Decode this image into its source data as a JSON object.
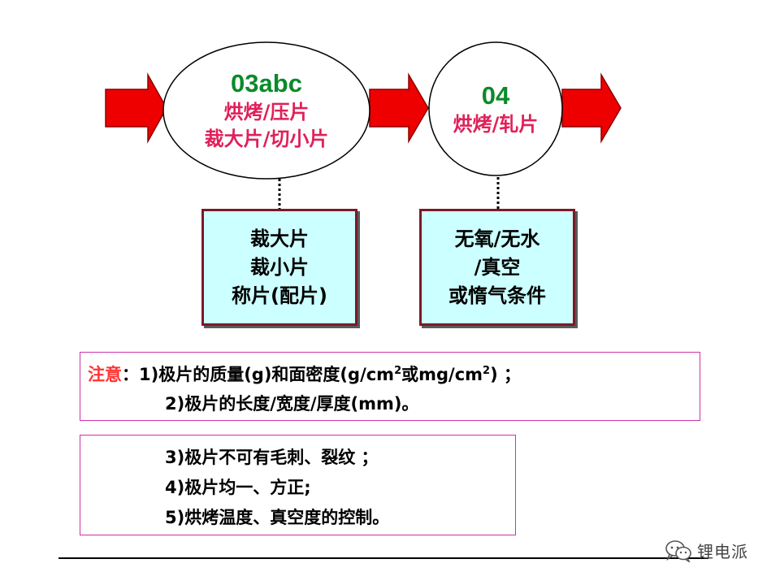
{
  "flow": {
    "nodes": [
      {
        "code": "03abc",
        "lines": [
          "烘烤/压片",
          "裁大片/切小片"
        ]
      },
      {
        "code": "04",
        "lines": [
          "烘烤/轧片"
        ]
      }
    ],
    "boxes": [
      {
        "lines": [
          "裁大片",
          "裁小片",
          "称片(配片)"
        ]
      },
      {
        "lines": [
          "无氧/无水",
          "/真空",
          "或惰气条件"
        ]
      }
    ]
  },
  "note1": {
    "label": "注意",
    "colon": "：",
    "line1_part1": "1)极片的质量(g)和面密度(g/cm",
    "line1_sup1": "2",
    "line1_part2": "或mg/cm",
    "line1_sup2": "2",
    "line1_part3": ") ；",
    "line2": "2)极片的长度/宽度/厚度(mm)。"
  },
  "note2": {
    "lines": [
      "3)极片不可有毛刺、裂纹 ；",
      "4)极片均一、方正;",
      "5)烘烤温度、真空度的控制。"
    ]
  },
  "watermark": {
    "text": "锂电派",
    "icon": "wechat-icon"
  },
  "colors": {
    "arrow": "#ee0000",
    "code": "#0a8a2a",
    "process_text": "#e0205a",
    "box_fill": "#ccffff",
    "box_border": "#7a1a26",
    "note_border": "#cc33aa",
    "note_label": "#ff3333"
  }
}
